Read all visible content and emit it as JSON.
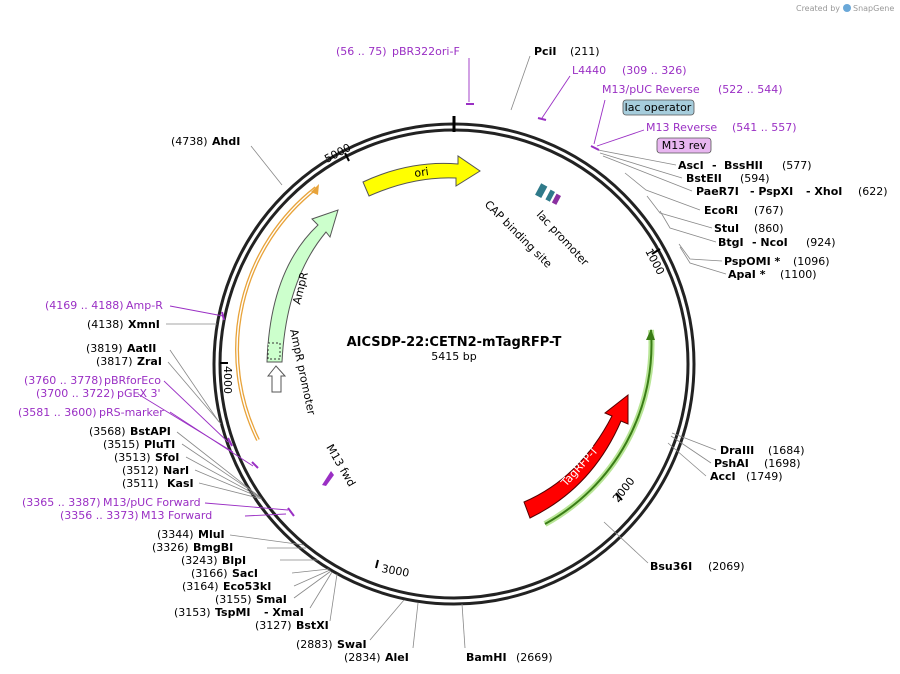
{
  "credit": {
    "prefix": "Created by",
    "brand": "SnapGene"
  },
  "plasmid": {
    "name": "AICSDP-22:CETN2-mTagRFP-T",
    "size": "5415 bp"
  },
  "ticks": [
    "1000",
    "2000",
    "3000",
    "4000",
    "5000"
  ],
  "features": {
    "ori": "ori",
    "ampr": "AmpR",
    "ampr_promoter": "AmpR promoter",
    "tagrfp": "TagRFP-T",
    "lac_promoter": "lac promoter",
    "cap_site": "CAP binding site",
    "m13_fwd": "M13 fwd",
    "lac_operator": "lac operator",
    "m13_rev": "M13 rev"
  },
  "primers": {
    "pbr322": {
      "range": "(56 .. 75)",
      "name": "pBR322ori-F"
    },
    "l4440": {
      "name": "L4440",
      "range": "(309 .. 326)"
    },
    "m13puc_rev": {
      "name": "M13/pUC Reverse",
      "range": "(522 .. 544)"
    },
    "m13_reverse": {
      "name": "M13 Reverse",
      "range": "(541 .. 557)"
    },
    "ampr": {
      "range": "(4169 .. 4188)",
      "name": "Amp-R"
    },
    "pbrforeco": {
      "range": "(3760 .. 3778)",
      "name": "pBRforEco"
    },
    "pgex3": {
      "range": "(3700 .. 3722)",
      "name": "pGEX 3'"
    },
    "prs": {
      "range": "(3581 .. 3600)",
      "name": "pRS-marker"
    },
    "m13puc_fwd": {
      "range": "(3365 .. 3387)",
      "name": "M13/pUC Forward"
    },
    "m13_forward": {
      "range": "(3356 .. 3373)",
      "name": "M13 Forward"
    }
  },
  "sites": {
    "pcii": {
      "name": "PciI",
      "pos": "(211)"
    },
    "ahdi": {
      "pos": "(4738)",
      "name": "AhdI"
    },
    "asci": {
      "name1": "AscI",
      "sep": "-",
      "name2": "BssHII",
      "pos": "(577)"
    },
    "bsteii": {
      "name": "BstEII",
      "pos": "(594)"
    },
    "paer7i": {
      "name1": "PaeR7I",
      "name2": "- PspXI",
      "name3": "- XhoI",
      "pos": "(622)"
    },
    "ecori": {
      "name": "EcoRI",
      "pos": "(767)"
    },
    "stui": {
      "name": "StuI",
      "pos": "(860)"
    },
    "btgi": {
      "name1": "BtgI",
      "name2": "- NcoI",
      "pos": "(924)"
    },
    "pspomi": {
      "name": "PspOMI *",
      "pos": "(1096)"
    },
    "apai": {
      "name": "ApaI *",
      "pos": "(1100)"
    },
    "draiii": {
      "name": "DraIII",
      "pos": "(1684)"
    },
    "pshai": {
      "name": "PshAI",
      "pos": "(1698)"
    },
    "acci": {
      "name": "AccI",
      "pos": "(1749)"
    },
    "bsu36i": {
      "name": "Bsu36I",
      "pos": "(2069)"
    },
    "bamhi": {
      "name": "BamHI",
      "pos": "(2669)"
    },
    "alei": {
      "pos": "(2834)",
      "name": "AleI"
    },
    "swai": {
      "pos": "(2883)",
      "name": "SwaI"
    },
    "xmni": {
      "pos": "(4138)",
      "name": "XmnI"
    },
    "aatii": {
      "pos": "(3819)",
      "name": "AatII"
    },
    "zrai": {
      "pos": "(3817)",
      "name": "ZraI"
    },
    "bstapi": {
      "pos": "(3568)",
      "name": "BstAPI"
    },
    "pluti": {
      "pos": "(3515)",
      "name": "PluTI"
    },
    "sfoi": {
      "pos": "(3513)",
      "name": "SfoI"
    },
    "nari": {
      "pos": "(3512)",
      "name": "NarI"
    },
    "kasi": {
      "pos": "(3511)",
      "name": "KasI"
    },
    "mlui": {
      "pos": "(3344)",
      "name": "MluI"
    },
    "bmgbi": {
      "pos": "(3326)",
      "name": "BmgBI"
    },
    "blpi": {
      "pos": "(3243)",
      "name": "BlpI"
    },
    "saci": {
      "pos": "(3166)",
      "name": "SacI"
    },
    "eco53ki": {
      "pos": "(3164)",
      "name": "Eco53kI"
    },
    "smai": {
      "pos": "(3155)",
      "name": "SmaI"
    },
    "tspmi": {
      "pos": "(3153)",
      "name1": "TspMI",
      "name2": "- XmaI"
    },
    "bstxi": {
      "pos": "(3127)",
      "name": "BstXI"
    }
  },
  "colors": {
    "ori": "#ffff00",
    "ampr": "#ccffcc",
    "ampr_promoter": "#ffffff",
    "tagrfp": "#ff0000",
    "primer": "#9a2fc4",
    "lac_operator_box": "#a6cddc",
    "m13rev_box": "#e8b6f0",
    "orf_orange": "#e8a33a",
    "orf_green": "#6fb83a"
  }
}
